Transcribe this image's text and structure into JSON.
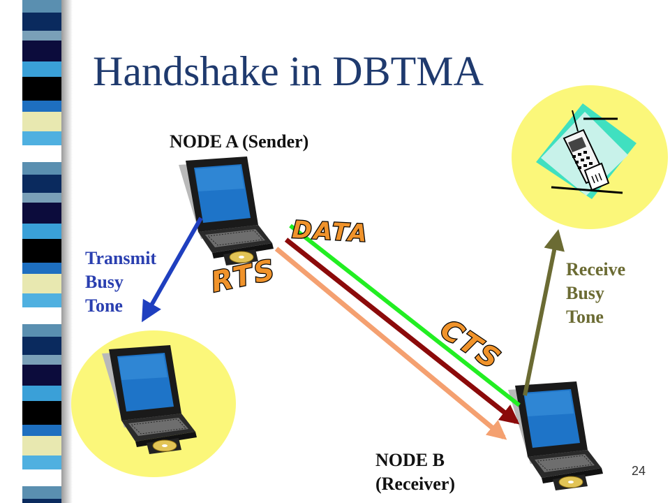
{
  "slide": {
    "title": "Handshake in DBTMA",
    "page_number": "24"
  },
  "nodes": {
    "sender_label": "NODE A (Sender)",
    "receiver_label_line1": "NODE B",
    "receiver_label_line2": "(Receiver)"
  },
  "tones": {
    "transmit_line1": "Transmit",
    "transmit_line2": "Busy",
    "transmit_line3": "Tone",
    "receive_line1": "Receive",
    "receive_line2": "Busy",
    "receive_line3": "Tone"
  },
  "messages": {
    "rts": "RTS",
    "cts": "CTS",
    "data": "DATA"
  },
  "colors": {
    "title": "#1f3a6e",
    "transmit_tone_arrow": "#1f3fbf",
    "receive_tone_arrow": "#6b6b33",
    "rts_arrow": "#f4a070",
    "cts_arrow": "#22ee22",
    "data_arrow": "#8b0a0a",
    "halo": "#fbf77a",
    "message_fill": "#f0932b"
  },
  "icons": {
    "sender": "laptop-icon",
    "receiver": "laptop-icon",
    "neighbor_tx": "laptop-icon",
    "neighbor_rx": "cellphone-icon"
  }
}
